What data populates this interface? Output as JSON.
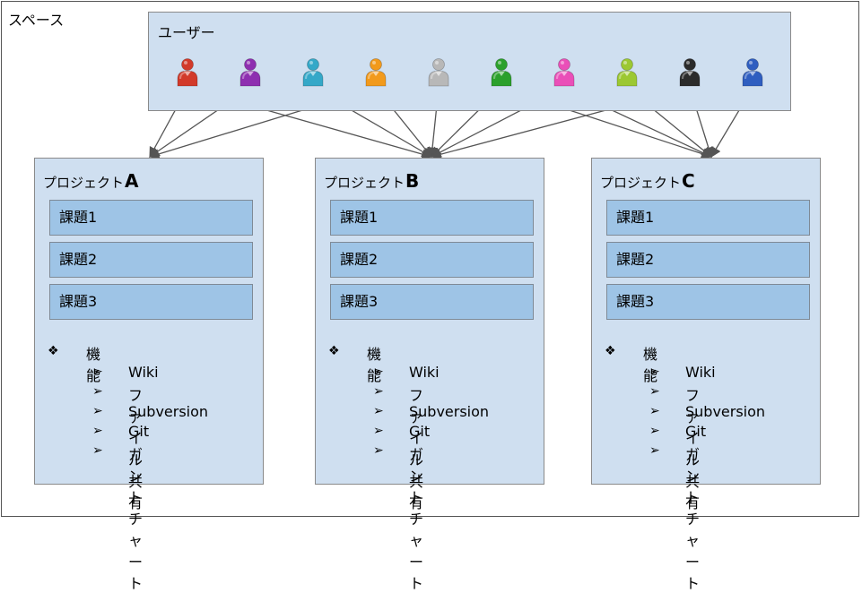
{
  "space_label": "スペース",
  "users": {
    "label": "ユーザー",
    "items": [
      {
        "color": "#d23a2a"
      },
      {
        "color": "#8e2fb0"
      },
      {
        "color": "#35a8c8"
      },
      {
        "color": "#f29a1c"
      },
      {
        "color": "#b8b8b8"
      },
      {
        "color": "#2ca02c"
      },
      {
        "color": "#ea4fb8"
      },
      {
        "color": "#9cc832"
      },
      {
        "color": "#2b2b2b"
      },
      {
        "color": "#2f5ec0"
      }
    ]
  },
  "projects": [
    {
      "title_prefix": "プロジェクト",
      "title_letter": "A",
      "issues": [
        "課題1",
        "課題2",
        "課題3"
      ],
      "features_heading": "機能",
      "features": [
        "Wiki",
        "ファイル共有",
        "Subversion",
        "Git",
        "ガントチャート"
      ]
    },
    {
      "title_prefix": "プロジェクト",
      "title_letter": "B",
      "issues": [
        "課題1",
        "課題2",
        "課題3"
      ],
      "features_heading": "機能",
      "features": [
        "Wiki",
        "ファイル共有",
        "Subversion",
        "Git",
        "ガントチャート"
      ]
    },
    {
      "title_prefix": "プロジェクト",
      "title_letter": "C",
      "issues": [
        "課題1",
        "課題2",
        "課題3"
      ],
      "features_heading": "機能",
      "features": [
        "Wiki",
        "ファイル共有",
        "Subversion",
        "Git",
        "ガントチャート"
      ]
    }
  ],
  "edges": [
    {
      "from": 0,
      "to": 0
    },
    {
      "from": 0,
      "to": 1
    },
    {
      "from": 1,
      "to": 0
    },
    {
      "from": 2,
      "to": 1
    },
    {
      "from": 3,
      "to": 0
    },
    {
      "from": 3,
      "to": 1
    },
    {
      "from": 4,
      "to": 1
    },
    {
      "from": 5,
      "to": 1
    },
    {
      "from": 5,
      "to": 2
    },
    {
      "from": 6,
      "to": 1
    },
    {
      "from": 6,
      "to": 2
    },
    {
      "from": 7,
      "to": 2
    },
    {
      "from": 8,
      "to": 1
    },
    {
      "from": 8,
      "to": 2
    },
    {
      "from": 9,
      "to": 2
    }
  ]
}
